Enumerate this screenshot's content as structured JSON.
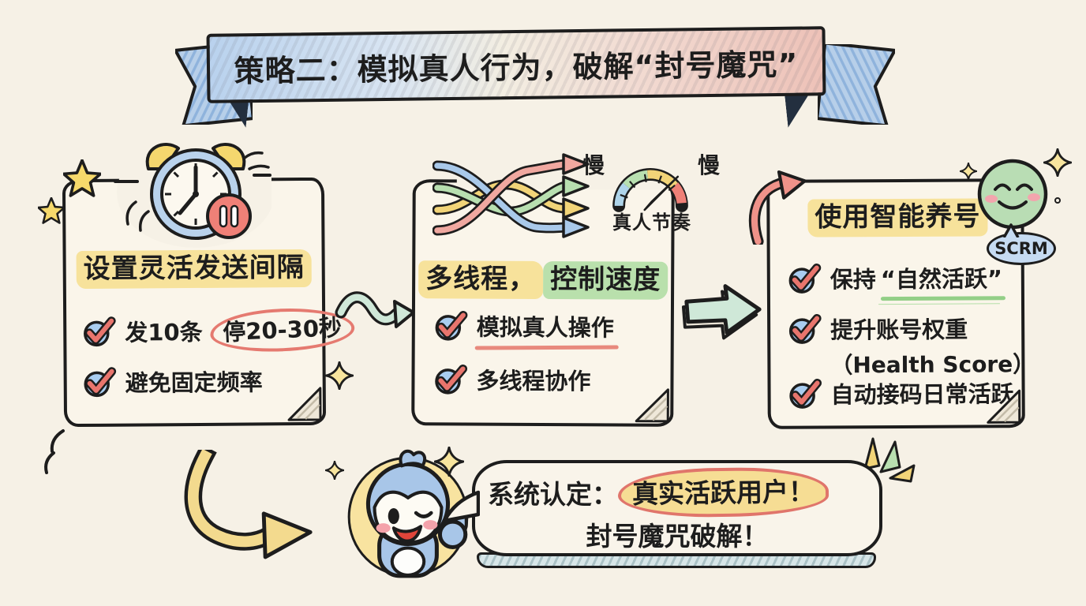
{
  "banner": {
    "title": "策略二：模拟真人行为，破解“封号魔咒”"
  },
  "card1": {
    "title": "设置灵活发送间隔",
    "item1_prefix": "发10条",
    "item1_circled": "停20-30秒",
    "item2": "避免固定频率"
  },
  "card2": {
    "title_part1": "多线程，",
    "title_part2": "控制速度",
    "gauge_label_left": "慢",
    "gauge_label_right": "慢",
    "gauge_caption": "真人节奏",
    "item1": "模拟真人操作",
    "item2": "多线程协作"
  },
  "card3": {
    "title": "使用智能养号",
    "badge": "SCRM",
    "item1_prefix": "保持",
    "item1_quoted": "“自然活跃”",
    "item2_line1": "提升账号权重",
    "item2_line2": "（Health Score）",
    "item3": "自动接码日常活跃"
  },
  "bubble": {
    "line1_prefix": "系统认定：",
    "line1_highlight": "真实活跃用户！",
    "line2": "封号魔咒破解！"
  },
  "icons": {
    "card1": "alarm-clock-with-pause",
    "card2": "braided-arrows-and-speed-gauge",
    "card3": "rising-arrow-and-smiley-face",
    "between_1_2": "wavy-right-arrow",
    "between_2_3": "block-right-arrow",
    "bottom": "u-turn-arrow-and-mascot-thumbs-up"
  },
  "colors": {
    "background": "#f6f1e6",
    "ink": "#1d1d1d",
    "yellow_highlight": "#f7e29b",
    "green_highlight": "#b9e0ac",
    "red_accent": "#e57a70",
    "teal_arrow": "#cfe8d8",
    "yellow_arrow": "#f3da8e",
    "check_blue": "#a9cdf0",
    "scrm_blue": "#c6dbf2"
  }
}
